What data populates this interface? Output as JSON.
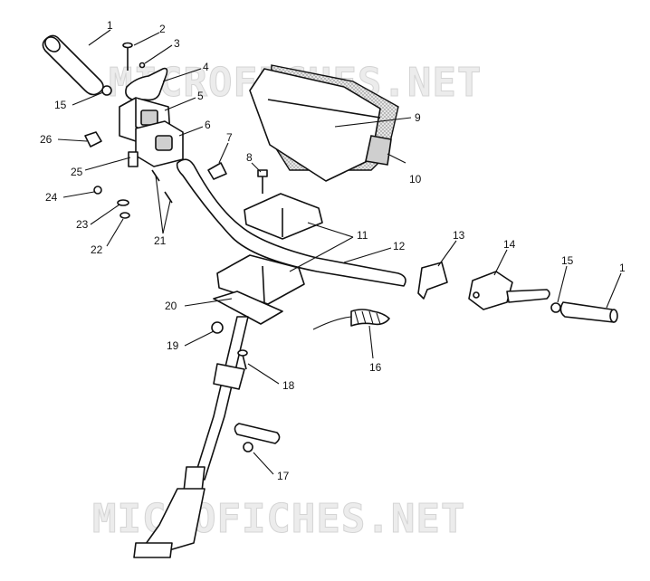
{
  "watermark": {
    "top": "MICROFICHES.NET",
    "bottom": "MICROFICHES.NET"
  },
  "callouts": [
    {
      "id": "1",
      "label": "1"
    },
    {
      "id": "2",
      "label": "2"
    },
    {
      "id": "3",
      "label": "3"
    },
    {
      "id": "4",
      "label": "4"
    },
    {
      "id": "5",
      "label": "5"
    },
    {
      "id": "6",
      "label": "6"
    },
    {
      "id": "7",
      "label": "7"
    },
    {
      "id": "8",
      "label": "8"
    },
    {
      "id": "9",
      "label": "9"
    },
    {
      "id": "10",
      "label": "10"
    },
    {
      "id": "11",
      "label": "11"
    },
    {
      "id": "12",
      "label": "12"
    },
    {
      "id": "13",
      "label": "13"
    },
    {
      "id": "14",
      "label": "14"
    },
    {
      "id": "15",
      "label": "15"
    },
    {
      "id": "1b",
      "label": "1"
    },
    {
      "id": "15b",
      "label": "15"
    },
    {
      "id": "16",
      "label": "16"
    },
    {
      "id": "17",
      "label": "17"
    },
    {
      "id": "18",
      "label": "18"
    },
    {
      "id": "19",
      "label": "19"
    },
    {
      "id": "20",
      "label": "20"
    },
    {
      "id": "21",
      "label": "21"
    },
    {
      "id": "22",
      "label": "22"
    },
    {
      "id": "23",
      "label": "23"
    },
    {
      "id": "24",
      "label": "24"
    },
    {
      "id": "25",
      "label": "25"
    },
    {
      "id": "26",
      "label": "26"
    }
  ]
}
